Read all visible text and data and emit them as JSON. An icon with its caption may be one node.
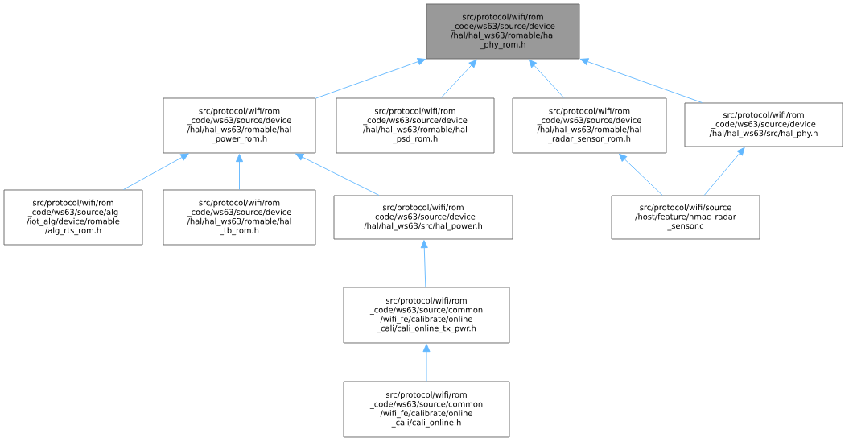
{
  "diagram": {
    "nodes": [
      {
        "text": [
          "src/protocol/wifi/rom _code/ws63/source/device /hal/hal_ws63/romable/hal _phy_rom.h"
        ]
      },
      {
        "text": [
          "src/protocol/wifi/rom _code/ws63/source/device /hal/hal_ws63/romable/hal _power_rom.h"
        ]
      },
      {
        "text": [
          "src/protocol/wifi/rom _code/ws63/source/device /hal/hal_ws63/romable/hal _psd_rom.h"
        ]
      },
      {
        "text": [
          "src/protocol/wifi/rom _code/ws63/source/device /hal/hal_ws63/romable/hal _radar_sensor_rom.h"
        ]
      },
      {
        "text": [
          "src/protocol/wifi/rom _code/ws63/source/device /hal/hal_ws63/src/hal_phy.h"
        ]
      },
      {
        "text": [
          "src/protocol/wifi/rom _code/ws63/source/alg /iot_alg/device/romable /alg_rts_rom.h"
        ]
      },
      {
        "text": [
          "src/protocol/wifi/rom _code/ws63/source/device /hal/hal_ws63/romable/hal _tb_rom.h"
        ]
      },
      {
        "text": [
          "src/protocol/wifi/rom _code/ws63/source/device /hal/hal_ws63/src/hal_power.h"
        ]
      },
      {
        "text": [
          "src/protocol/wifi/source /host/feature/hmac_radar _sensor.c"
        ]
      },
      {
        "text": [
          "src/protocol/wifi/rom _code/ws63/source/common /wifi_fe/calibrate/online _cali/cali_online_tx_pwr.h"
        ]
      },
      {
        "text": [
          "src/protocol/wifi/rom _code/ws63/source/common /wifi_fe/calibrate/online _cali/cali_online.h"
        ]
      }
    ],
    "edges": [
      {
        "from": 1,
        "to": 0,
        "arrow": "to"
      },
      {
        "from": 2,
        "to": 0,
        "arrow": "to"
      },
      {
        "from": 3,
        "to": 0,
        "arrow": "to"
      },
      {
        "from": 4,
        "to": 0,
        "arrow": "to"
      },
      {
        "from": 5,
        "to": 1,
        "arrow": "to"
      },
      {
        "from": 6,
        "to": 1,
        "arrow": "to"
      },
      {
        "from": 7,
        "to": 1,
        "arrow": "to"
      },
      {
        "from": 8,
        "to": 3,
        "arrow": "to"
      },
      {
        "from": 8,
        "to": 4,
        "arrow": "to"
      },
      {
        "from": 9,
        "to": 7,
        "arrow": "to"
      },
      {
        "from": 10,
        "to": 9,
        "arrow": "to"
      }
    ]
  }
}
